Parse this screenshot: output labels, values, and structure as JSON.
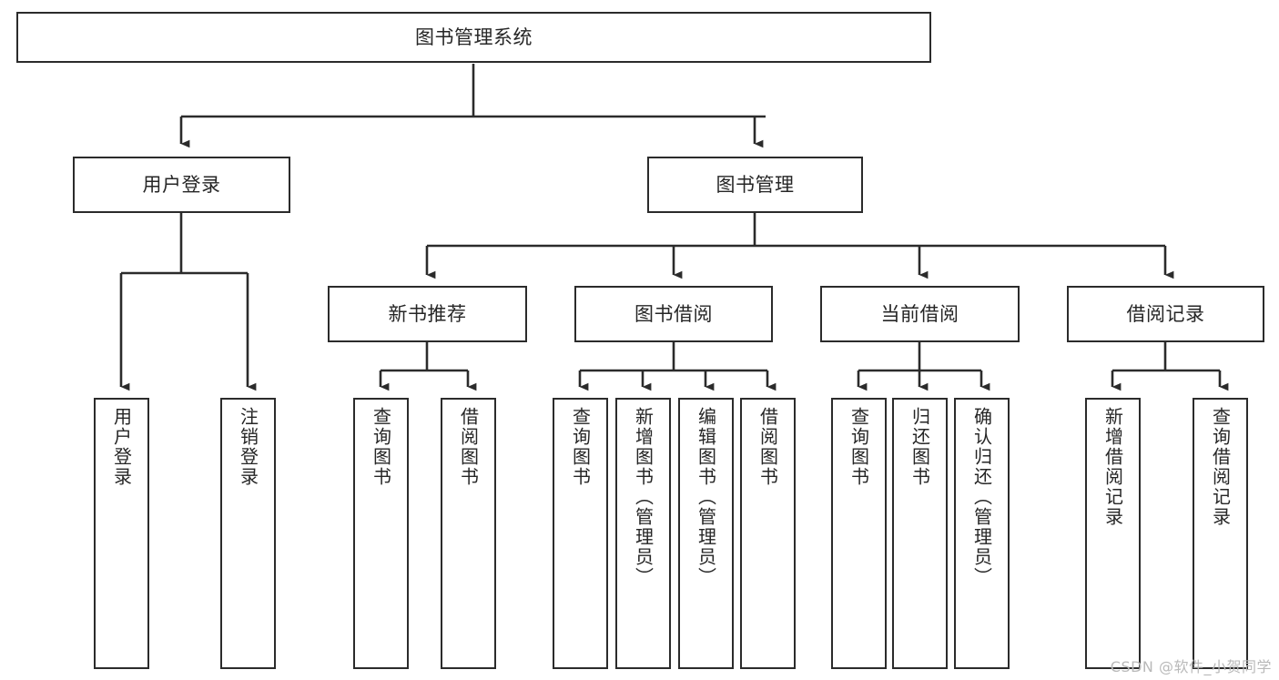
{
  "diagram": {
    "title": "图书管理系统",
    "type": "tree-hierarchy-chart",
    "watermark": "CSDN @软件_小贺同学",
    "colors": {
      "box_border": "#2b2b2b",
      "box_fill": "#ffffff",
      "connector": "#2b2b2b",
      "text": "#262626",
      "watermark": "#b9b9b9",
      "background": "#ffffff"
    },
    "root": {
      "label": "图书管理系统"
    },
    "level2": [
      {
        "label": "用户登录"
      },
      {
        "label": "图书管理"
      }
    ],
    "level3": [
      {
        "label": "新书推荐"
      },
      {
        "label": "图书借阅"
      },
      {
        "label": "当前借阅"
      },
      {
        "label": "借阅记录"
      }
    ],
    "leaves": {
      "user_login": [
        {
          "label": "用户登录"
        },
        {
          "label": "注销登录"
        }
      ],
      "new_book_recommend": [
        {
          "label": "查询图书"
        },
        {
          "label": "借阅图书"
        }
      ],
      "book_borrow": [
        {
          "label": "查询图书"
        },
        {
          "label": "新增图书（管理员）"
        },
        {
          "label": "编辑图书（管理员）"
        },
        {
          "label": "借阅图书"
        }
      ],
      "current_borrow": [
        {
          "label": "查询图书"
        },
        {
          "label": "归还图书"
        },
        {
          "label": "确认归还（管理员）"
        }
      ],
      "borrow_record": [
        {
          "label": "新增借阅记录"
        },
        {
          "label": "查询借阅记录"
        }
      ]
    }
  }
}
